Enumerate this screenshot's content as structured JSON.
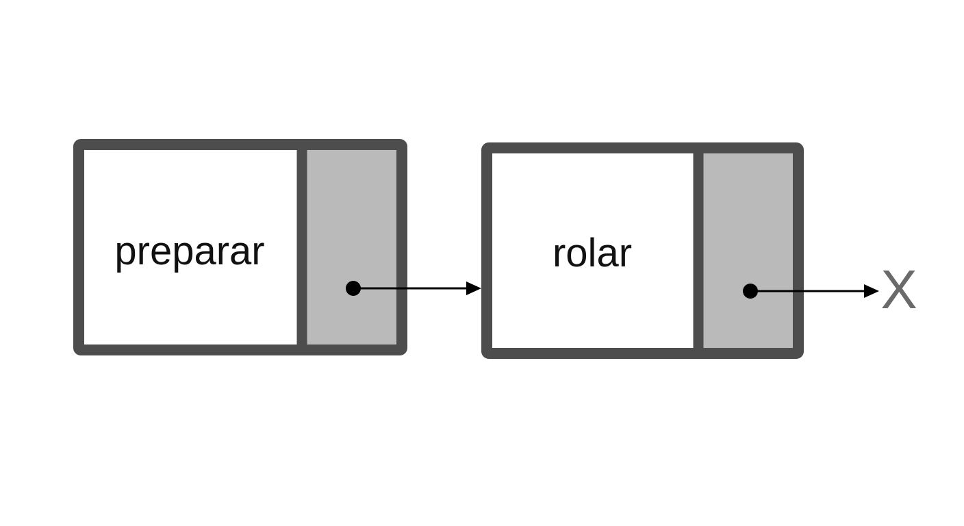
{
  "nodes": [
    {
      "label": "preparar"
    },
    {
      "label": "rolar"
    }
  ],
  "null_marker": "X",
  "colors": {
    "border": "#4d4d4d",
    "pointer_cell": "#bababa",
    "null_marker": "#6a6a6a"
  }
}
